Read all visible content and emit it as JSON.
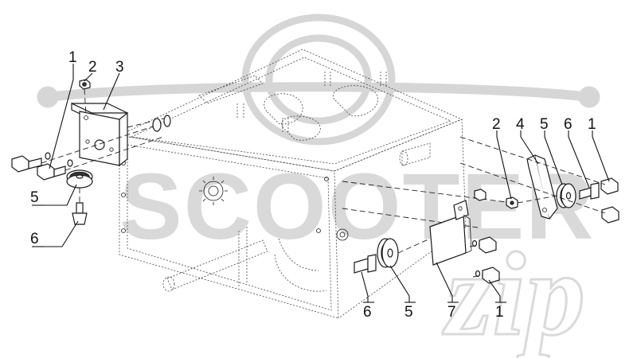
{
  "watermark": {
    "brand_text": "SCOOTER",
    "brand_script": "zip"
  },
  "callouts": [
    {
      "id": "c1",
      "label": "1"
    },
    {
      "id": "c2",
      "label": "2"
    },
    {
      "id": "c3",
      "label": "3"
    },
    {
      "id": "c4",
      "label": "5"
    },
    {
      "id": "c5",
      "label": "6"
    },
    {
      "id": "c6",
      "label": "2"
    },
    {
      "id": "c7",
      "label": "4"
    },
    {
      "id": "c8",
      "label": "5"
    },
    {
      "id": "c9",
      "label": "6"
    },
    {
      "id": "c10",
      "label": "1"
    },
    {
      "id": "c11",
      "label": "6"
    },
    {
      "id": "c12",
      "label": "5"
    },
    {
      "id": "c13",
      "label": "7"
    },
    {
      "id": "c14",
      "label": "1"
    }
  ],
  "colors": {
    "line": "#1a1a1a",
    "watermark": "#d9d9d9",
    "background": "#ffffff"
  }
}
